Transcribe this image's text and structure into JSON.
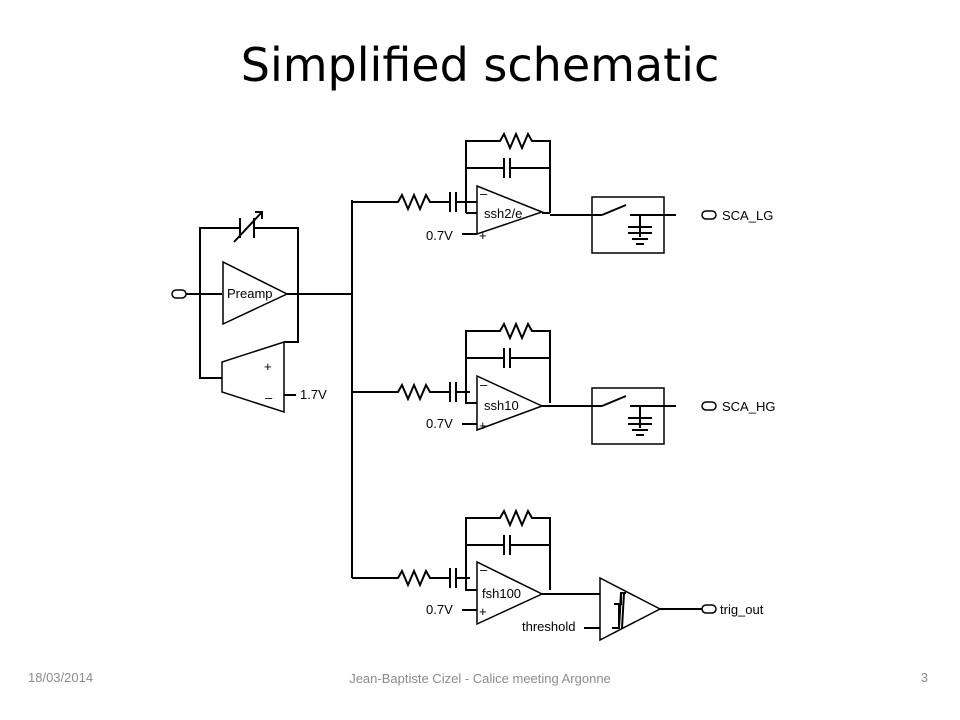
{
  "slide": {
    "title": "Simplified schematic",
    "date": "18/03/2014",
    "footer_center": "Jean-Baptiste Cizel - Calice meeting Argonne",
    "page_number": "3"
  },
  "schematic": {
    "preamp_label": "Preamp",
    "feedback_voltage": "1.7V",
    "channels": [
      {
        "shaper": "ssh2/e",
        "bias": "0.7V",
        "output": "SCA_LG"
      },
      {
        "shaper": "ssh10",
        "bias": "0.7V",
        "output": "SCA_HG"
      },
      {
        "shaper": "fsh100",
        "bias": "0.7V",
        "output": "trig_out",
        "threshold_label": "threshold"
      }
    ],
    "plus_sign": "+",
    "minus_sign": "–"
  }
}
